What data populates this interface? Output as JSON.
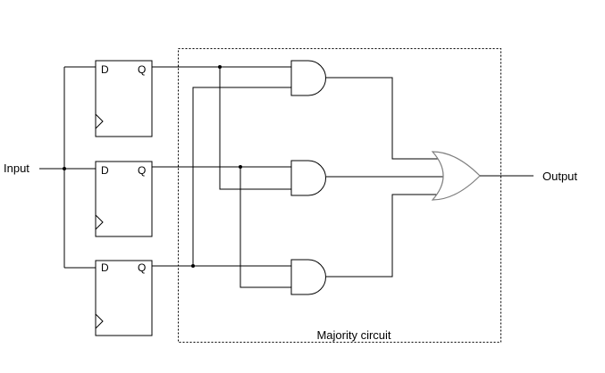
{
  "labels": {
    "input": "Input",
    "output": "Output",
    "majority": "Majority circuit"
  },
  "flipflops": [
    {
      "d": "D",
      "q": "Q"
    },
    {
      "d": "D",
      "q": "Q"
    },
    {
      "d": "D",
      "q": "Q"
    }
  ],
  "colors": {
    "line": "#000000",
    "or_gate": "#7f7f7f",
    "background": "#ffffff"
  }
}
